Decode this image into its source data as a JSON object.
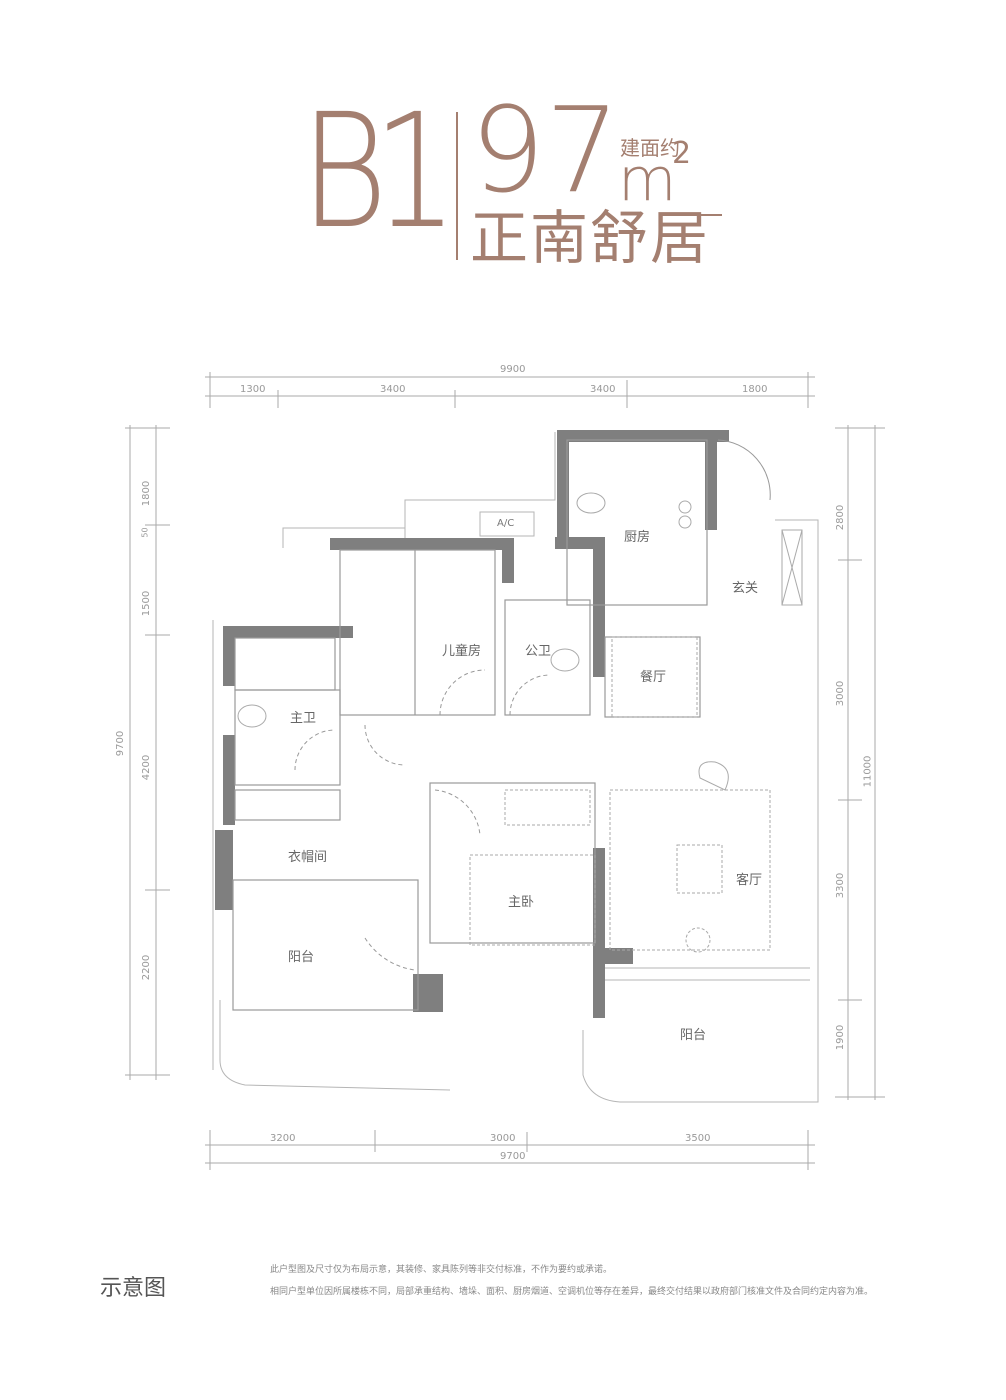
{
  "header": {
    "unit_type": "B1",
    "area_value": "97",
    "area_label": "建面约",
    "area_unit": "m",
    "area_unit_sup": "2",
    "subtitle": "正南舒居",
    "accent_color": "#a47f70"
  },
  "dimensions": {
    "top_total": "9900",
    "top_segments": [
      "1300",
      "3400",
      "3400",
      "1800"
    ],
    "bottom_segments": [
      "3200",
      "3000",
      "3500"
    ],
    "bottom_total": "9700",
    "left_total": "9700",
    "left_segments": [
      "1800",
      "50",
      "1500",
      "4200",
      "2200"
    ],
    "right_total": "11000",
    "right_segments": [
      "2800",
      "3000",
      "3300",
      "1900"
    ]
  },
  "rooms": {
    "kitchen": "厨房",
    "foyer": "玄关",
    "kids_room": "儿童房",
    "public_bath": "公卫",
    "dining": "餐厅",
    "master_bath": "主卫",
    "cloakroom": "衣帽间",
    "master_bedroom": "主卧",
    "living_room": "客厅",
    "balcony_left": "阳台",
    "balcony_right": "阳台",
    "ac_unit": "A/C"
  },
  "footer": {
    "label": "示意图",
    "note_1": "此户型图及尺寸仅为布局示意，其装修、家具陈列等非交付标准，不作为要约或承诺。",
    "note_2": "相同户型单位因所属楼栋不同，局部承重结构、墙垛、面积、厨房烟道、空调机位等存在差异，最终交付结果以政府部门核准文件及合同约定内容为准。"
  }
}
